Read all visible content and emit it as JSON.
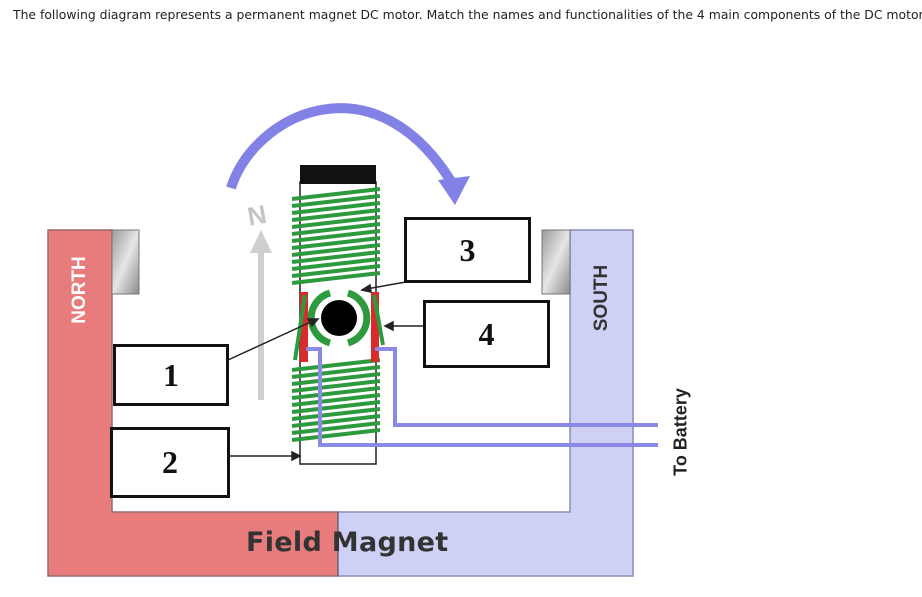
{
  "question": "The following diagram represents a permanent magnet DC motor. Match the names and functionalities of the 4 main components of the DC motor.",
  "diagram": {
    "north_label": "NORTH",
    "south_label": "SOUTH",
    "field_label_1": "Field",
    "field_label_2": "Magnet",
    "battery_label": "To Battery",
    "armature_pole_letter": "N",
    "boxes": [
      "1",
      "2",
      "3",
      "4"
    ]
  },
  "colors": {
    "north_magnet": "#e87c7c",
    "south_magnet": "#cfd0f5",
    "coil": "#2e9a3e",
    "rotation_arrow": "#8282e6",
    "wires": "#8a8ae6",
    "brushes": "#d92b2b"
  }
}
